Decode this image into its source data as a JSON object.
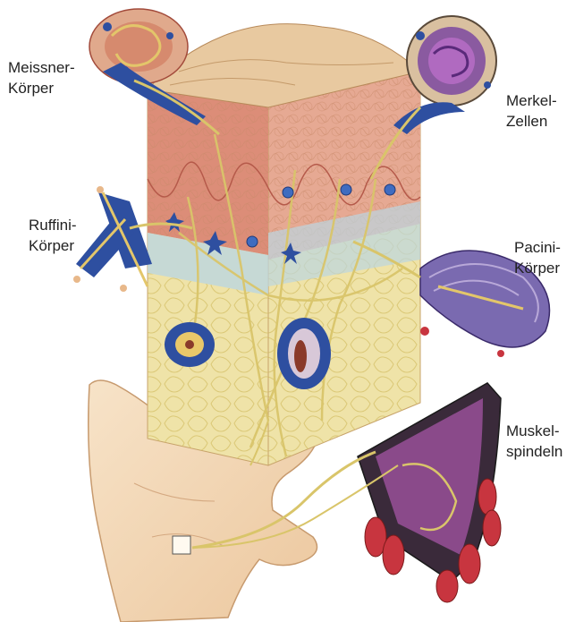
{
  "labels": {
    "meissner": {
      "line1": "Meissner-",
      "line2": "Körper"
    },
    "merkel": {
      "line1": "Merkel-",
      "line2": "Zellen"
    },
    "ruffini": {
      "line1": "Ruffini-",
      "line2": "Körper"
    },
    "pacini": {
      "line1": "Pacini-",
      "line2": "Körper"
    },
    "muskel": {
      "line1": "Muskel-",
      "line2": "spindeln"
    }
  },
  "colors": {
    "epidermis": "#d98a6f",
    "dermis": "#e6b59a",
    "skin_top": "#e8c9a0",
    "hypodermis": "#efe3a8",
    "nerve": "#d9c56a",
    "blue": "#2e4fa0",
    "purple": "#6a3a8a",
    "muscle": "#c8353f",
    "hand": "#f3d7b4"
  }
}
